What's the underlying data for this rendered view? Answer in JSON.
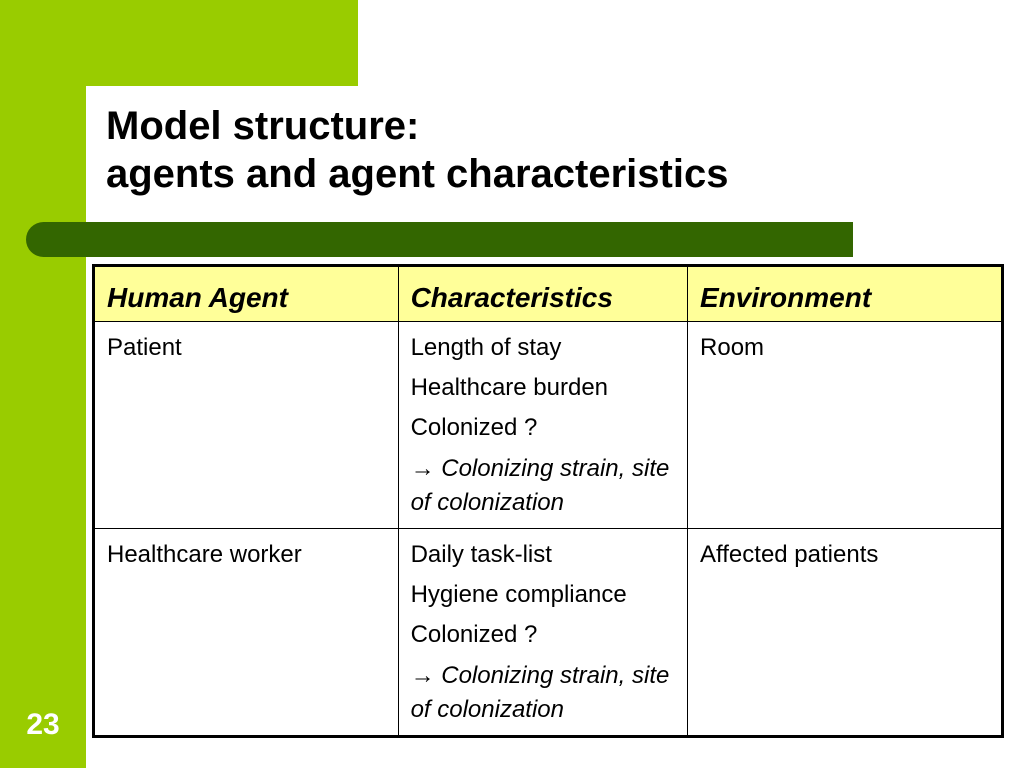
{
  "slide": {
    "title_line1": "Model structure:",
    "title_line2": "agents and agent characteristics",
    "number": "23"
  },
  "colors": {
    "accent_light": "#99cc00",
    "accent_dark": "#336600",
    "header_fill": "#ffff99"
  },
  "table": {
    "headers": [
      "Human Agent",
      "Characteristics",
      "Environment"
    ],
    "rows": [
      {
        "agent": "Patient",
        "characteristics": [
          "Length of stay",
          "Healthcare burden",
          "Colonized ?"
        ],
        "arrow": "→",
        "detail": "Colonizing strain, site of colonization",
        "environment": "Room"
      },
      {
        "agent": "Healthcare worker",
        "characteristics": [
          "Daily task-list",
          "Hygiene compliance",
          "Colonized ?"
        ],
        "arrow": "→",
        "detail": "Colonizing strain, site of colonization",
        "environment": "Affected patients"
      }
    ]
  }
}
